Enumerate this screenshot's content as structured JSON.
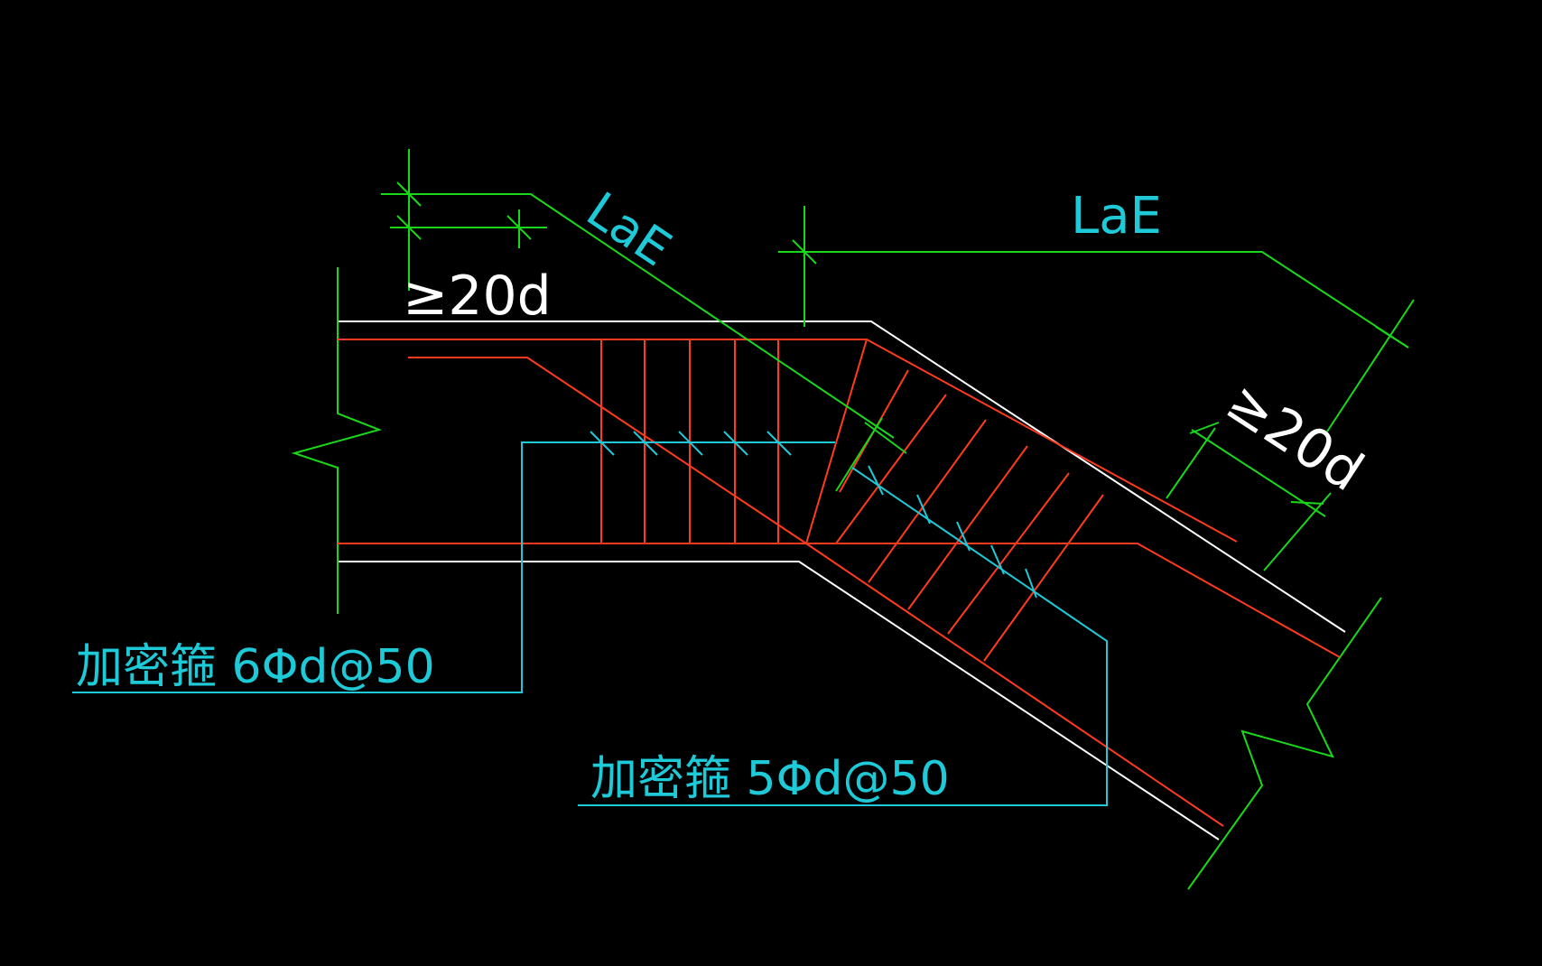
{
  "labels": {
    "lae_left": "LaE",
    "lae_right": "LaE",
    "min_20d_left": "≥20d",
    "min_20d_right": "≥20d",
    "stirrup_left": "加密箍 6Φd@50",
    "stirrup_right": "加密箍 5Φd@50"
  },
  "colors": {
    "background": "#000000",
    "concrete_outline": "#ffffff",
    "rebar": "#ff3b1f",
    "dimension": "#19d819",
    "stirrup_leader": "#1ec9d8"
  }
}
